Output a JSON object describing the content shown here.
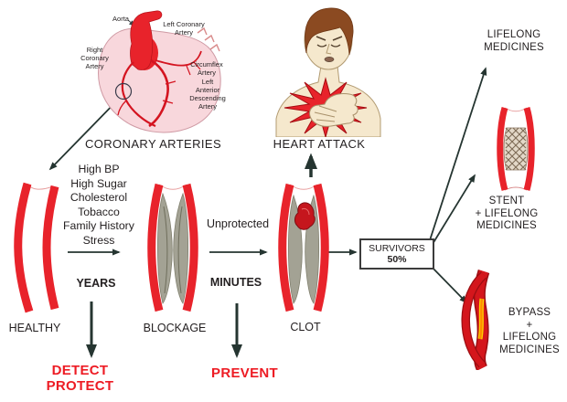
{
  "heart_diagram": {
    "caption": "CORONARY ARTERIES",
    "labels": {
      "aorta": "Aorta",
      "left_coronary_artery": "Left Coronary\nArtery",
      "right_coronary_artery": "Right\nCoronary\nArtery",
      "circumflex_artery": "Circumflex\nArtery",
      "left_anterior_descending_artery": "Left\nAnterior\nDescending\nArtery"
    }
  },
  "heart_attack": {
    "caption": "HEART ATTACK"
  },
  "progression": {
    "healthy_label": "HEALTHY",
    "risk_factors": "High BP\nHigh Sugar\nCholesterol\nTobacco\nFamily History\nStress",
    "years_label": "YEARS",
    "detect_protect_label": "DETECT\nPROTECT",
    "blockage_label": "BLOCKAGE",
    "unprotected_label": "Unprotected",
    "minutes_label": "MINUTES",
    "prevent_label": "PREVENT",
    "clot_label": "CLOT"
  },
  "survivors_box": {
    "line1": "SURVIVORS",
    "line2": "50%"
  },
  "outcomes": {
    "lifelong_medicines": "LIFELONG\nMEDICINES",
    "stent": "STENT\n+ LIFELONG\nMEDICINES",
    "bypass": "BYPASS\n+\nLIFELONG\nMEDICINES"
  },
  "colors": {
    "artery_red": "#e8232b",
    "artery_edge_red": "#b5121a",
    "plaque_gray": "#a3a294",
    "clot_red": "#c5161d",
    "alert_text_red": "#ed1c24",
    "text_dark": "#231f20",
    "arrow_dark": "#253531",
    "skin": "#f5e8cd",
    "hair_brown": "#8b4a21",
    "heart_pink": "#f8d7dc",
    "stent_mesh_brown": "#7d6a55",
    "bypass_core_yellow": "#ffcf00"
  }
}
